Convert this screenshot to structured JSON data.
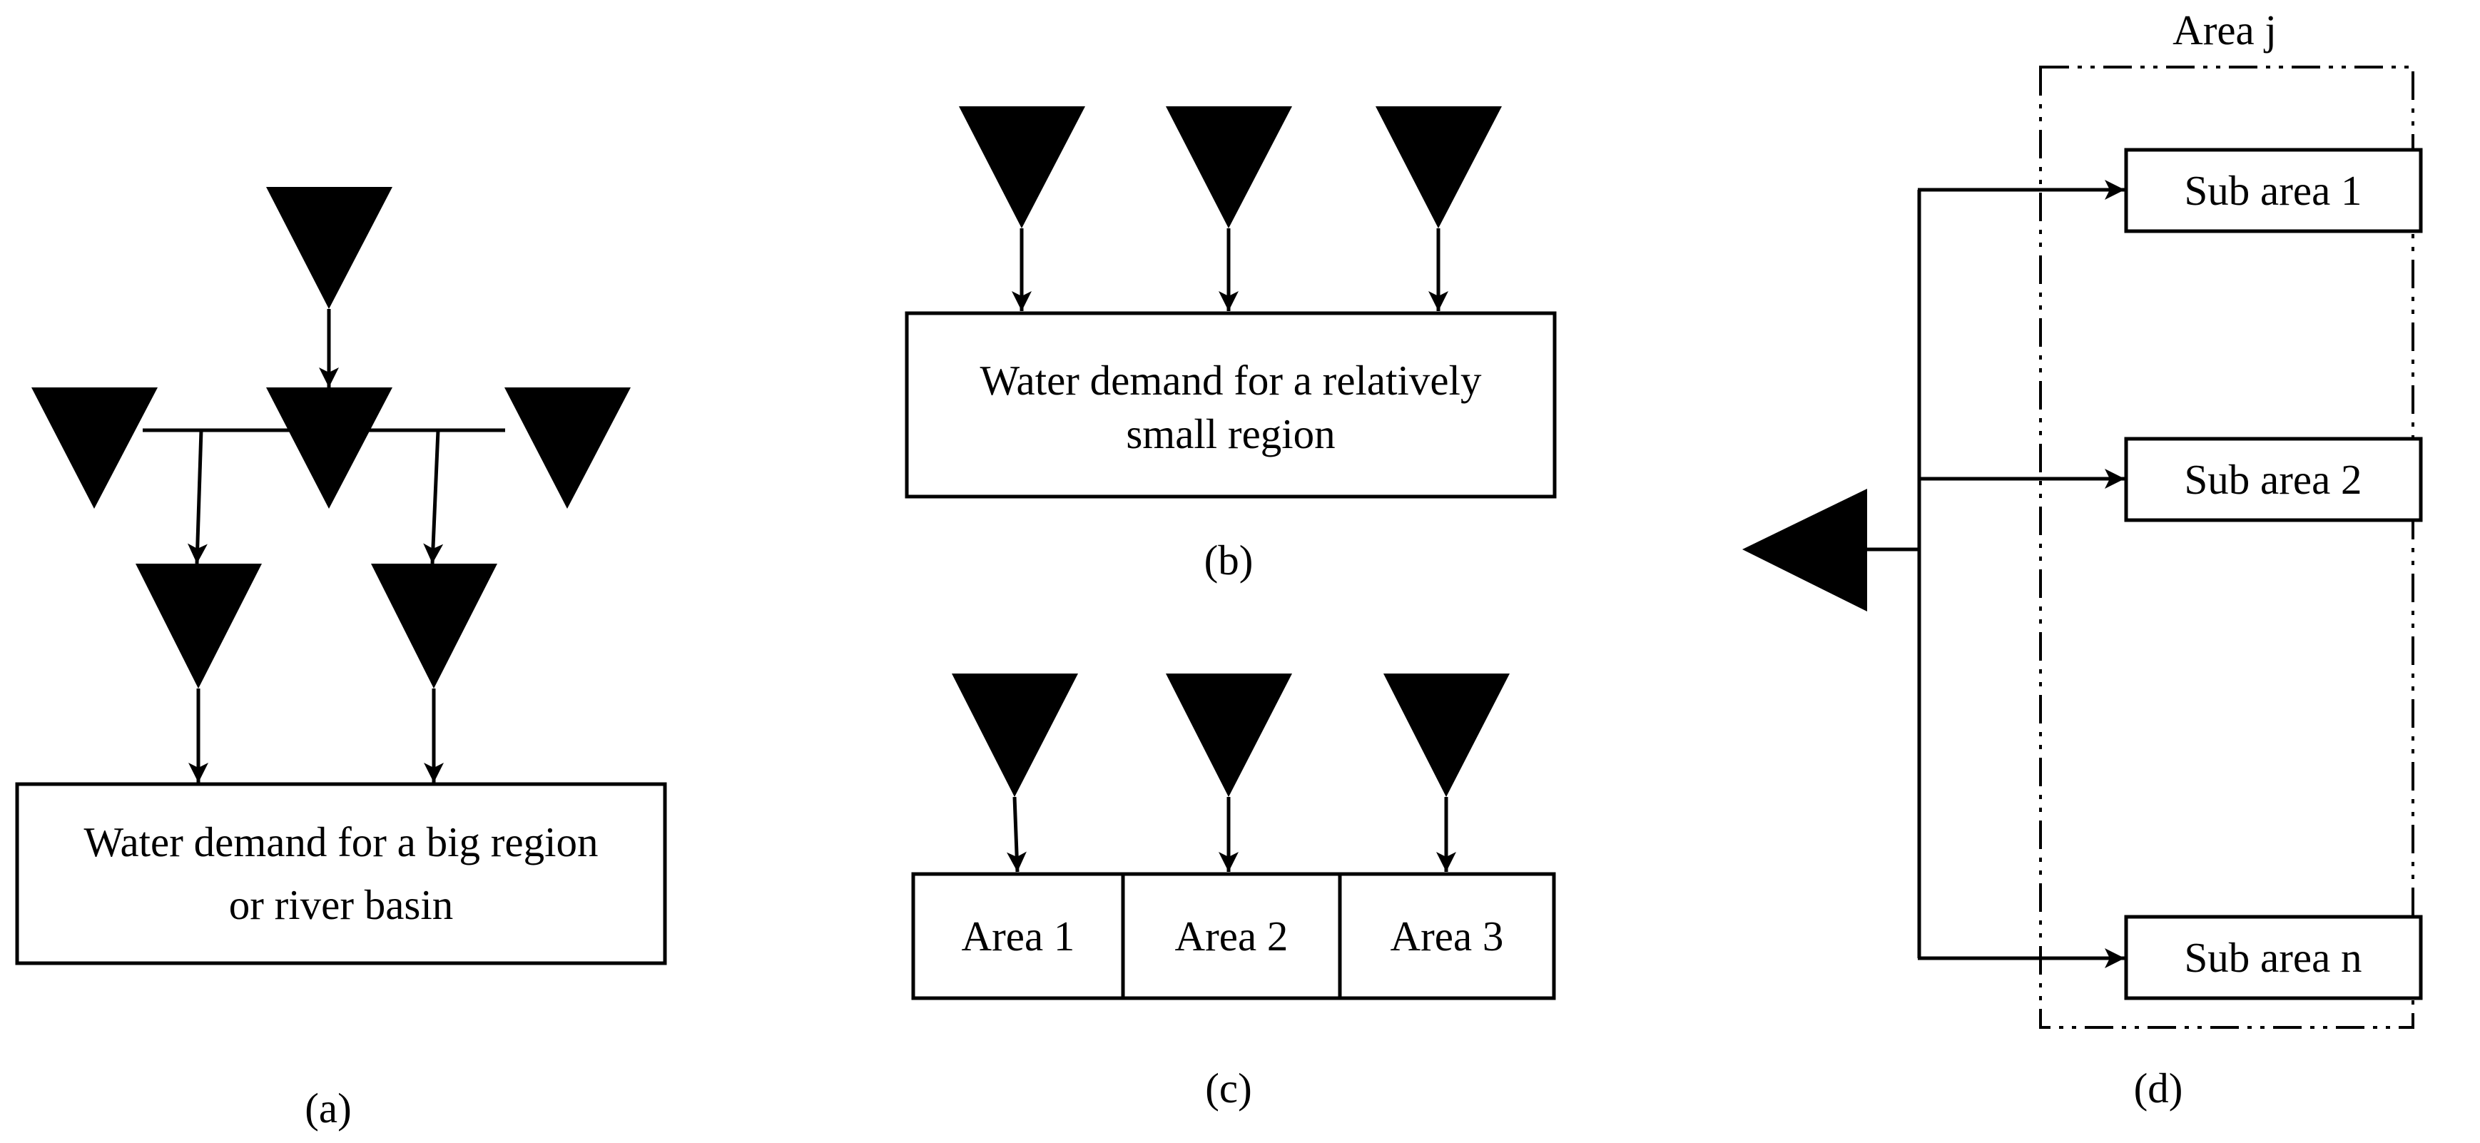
{
  "panels": {
    "a": {
      "caption": "(a)",
      "box_line1": "Water demand for a big region",
      "box_line2": "or river basin"
    },
    "b": {
      "caption": "(b)",
      "box_line1": "Water demand for a relatively",
      "box_line2": "small region"
    },
    "c": {
      "caption": "(c)",
      "areas": [
        "Area 1",
        "Area 2",
        "Area 3"
      ]
    },
    "d": {
      "caption": "(d)",
      "group_label": "Area j",
      "sub_areas": [
        "Sub area 1",
        "Sub area 2",
        "Sub area n"
      ]
    }
  },
  "icons": {
    "source": "downward-triangle-icon",
    "outlet": "left-triangle-icon"
  },
  "colors": {
    "ink": "#000000",
    "background": "#ffffff"
  }
}
